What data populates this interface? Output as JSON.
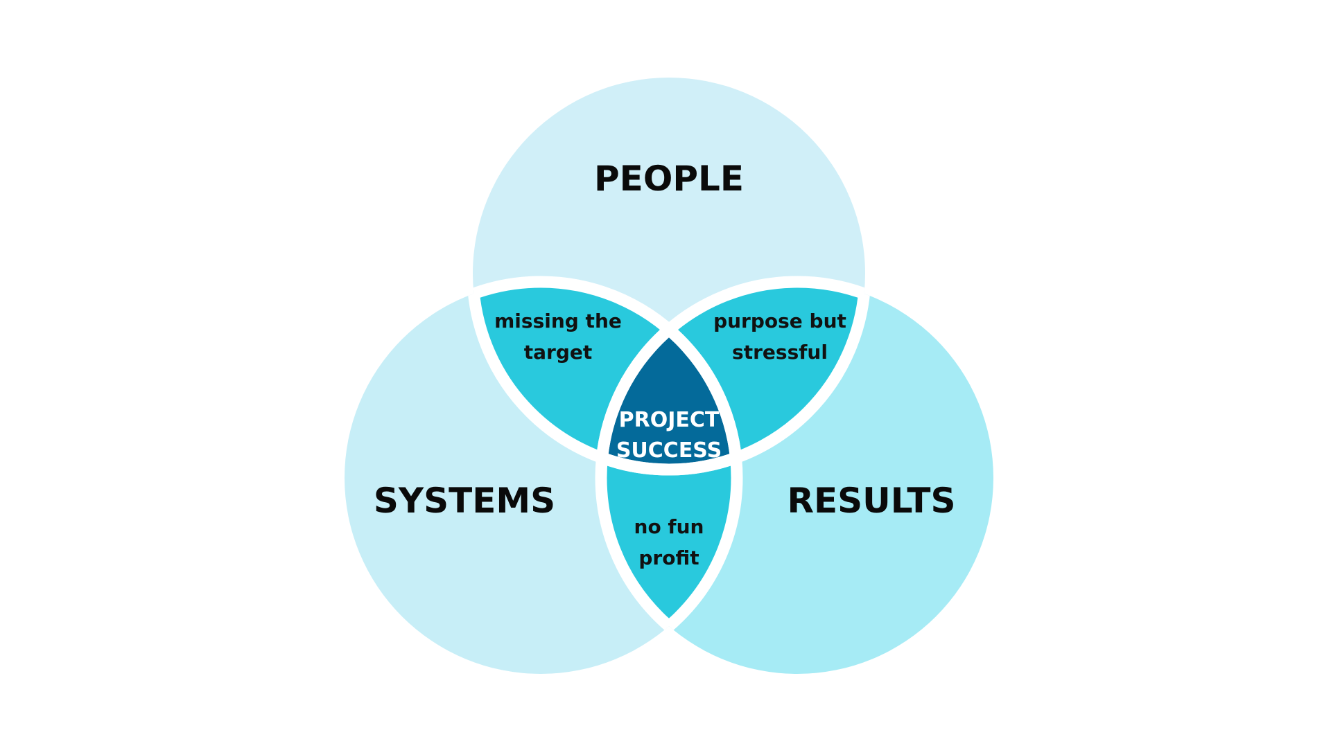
{
  "diagram": {
    "colors": {
      "background": "#ffffff",
      "people_circle": "#d0eff8",
      "systems_circle": "#c7eef7",
      "results_circle": "#a6ebf5",
      "overlap": "#29c9dd",
      "center": "#046a9a",
      "divider": "#ffffff"
    },
    "circles": {
      "people": {
        "label": "PEOPLE"
      },
      "systems": {
        "label": "SYSTEMS"
      },
      "results": {
        "label": "RESULTS"
      }
    },
    "overlaps": {
      "people_systems": {
        "line1": "missing the",
        "line2": "target"
      },
      "people_results": {
        "line1": "purpose but",
        "line2": "stressful"
      },
      "systems_results": {
        "line1": "no fun",
        "line2": "profit"
      }
    },
    "center": {
      "line1": "PROJECT",
      "line2": "SUCCESS"
    }
  }
}
